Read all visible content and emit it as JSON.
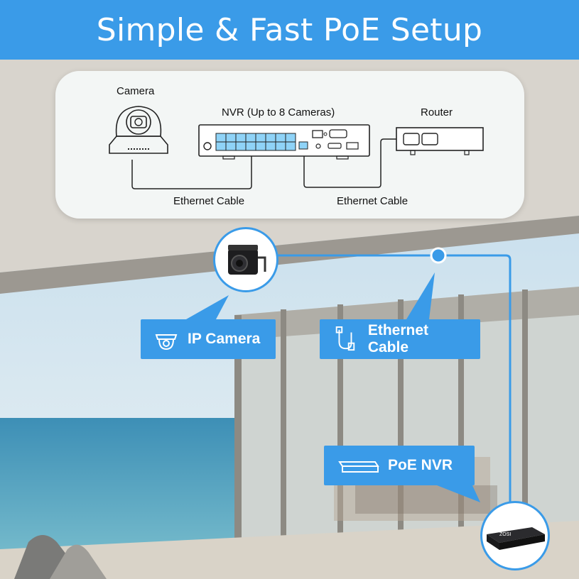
{
  "header": {
    "title": "Simple & Fast PoE Setup"
  },
  "diagram": {
    "camera_label": "Camera",
    "nvr_label": "NVR (Up to  8  Cameras)",
    "router_label": "Router",
    "cable_label_left": "Ethernet Cable",
    "cable_label_right": "Ethernet Cable"
  },
  "callouts": {
    "ip_camera": "IP Camera",
    "ethernet_cable": "Ethernet Cable",
    "poe_nvr": "PoE NVR"
  },
  "nvr_brand": "ZOSI",
  "colors": {
    "accent": "#3a9be8",
    "port": "#8fd3f7"
  }
}
